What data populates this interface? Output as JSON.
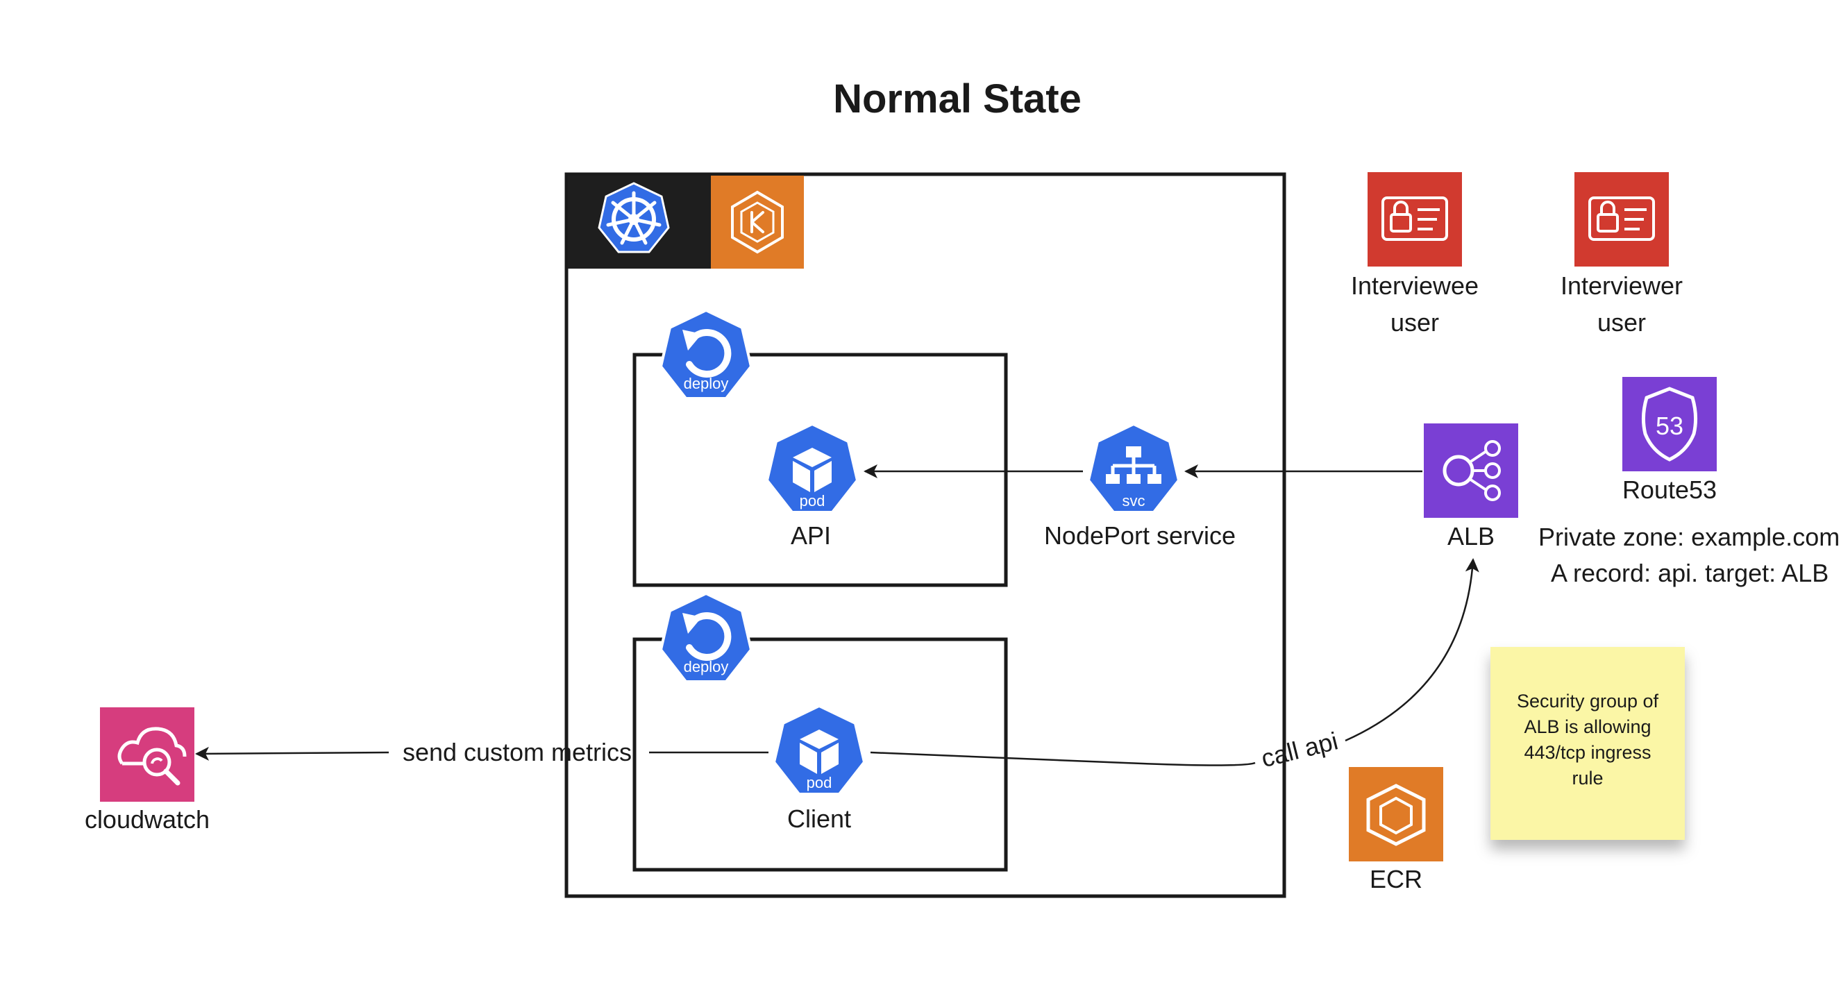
{
  "title": "Normal State",
  "nodes": {
    "api": {
      "label": "API",
      "badge": "pod",
      "icon": "pod-icon"
    },
    "client": {
      "label": "Client",
      "badge": "pod",
      "icon": "pod-icon"
    },
    "deploy_api": {
      "badge": "deploy",
      "icon": "deploy-icon"
    },
    "deploy_client": {
      "badge": "deploy",
      "icon": "deploy-icon"
    },
    "svc": {
      "label": "NodePort service",
      "badge": "svc",
      "icon": "svc-icon"
    },
    "alb": {
      "label": "ALB",
      "icon": "alb-icon"
    },
    "route53": {
      "label": "Route53",
      "icon": "route53-icon",
      "badge": "53"
    },
    "route53_detail": [
      "Private zone: example.com",
      "A record: api. target: ALB"
    ],
    "interviewee": {
      "label_lines": [
        "Interviewee",
        "user"
      ],
      "icon": "id-card-icon"
    },
    "interviewer": {
      "label_lines": [
        "Interviewer",
        "user"
      ],
      "icon": "id-card-icon"
    },
    "ecr": {
      "label": "ECR",
      "icon": "ecr-icon"
    },
    "cloudwatch": {
      "label": "cloudwatch",
      "icon": "cloudwatch-icon"
    },
    "kubernetes": {
      "icon": "kubernetes-icon"
    },
    "eks": {
      "icon": "eks-icon"
    }
  },
  "edges": {
    "metrics": "send custom metrics",
    "callapi": "call api"
  },
  "note": {
    "lines": [
      "Security group of",
      "ALB is allowing",
      "443/tcp ingress",
      "rule"
    ]
  },
  "colors": {
    "k8s_blue": "#326CE5",
    "aws_red": "#D13A2F",
    "aws_orange": "#E07B27",
    "aws_purple": "#7A3FD4",
    "cloudwatch_pink": "#D63D7E",
    "sticky_yellow": "#FBF6A6",
    "line": "#1a1a1a"
  }
}
